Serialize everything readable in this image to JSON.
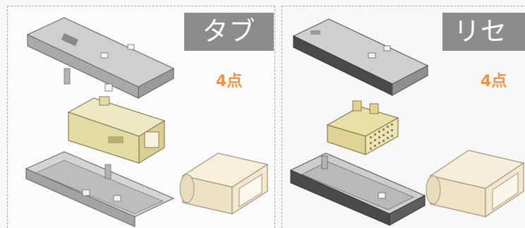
{
  "panels": [
    {
      "label": "タブ",
      "count": "4点"
    },
    {
      "label": "リセ",
      "count": "4点"
    }
  ],
  "colors": {
    "metal_shell": "#c4c4c4",
    "metal_dark": "#6e6e6e",
    "housing_tab": "#e6dfa8",
    "housing_tab_body": "#f0e8cf",
    "housing_rec": "#eadcb8",
    "housing_rec_body": "#f3e6c9",
    "label_bg": "#8c8c8c",
    "count_text": "#ee9449"
  },
  "icons": {
    "tab_top_shell": "metal-shell-icon",
    "tab_housing": "tab-housing-icon",
    "tab_bottom_shell": "metal-shell-icon",
    "tab_body": "connector-body-icon",
    "rec_top_shell": "metal-shell-icon",
    "rec_housing": "receptacle-housing-icon",
    "rec_bottom_shell": "metal-shell-icon",
    "rec_body": "connector-body-icon"
  }
}
